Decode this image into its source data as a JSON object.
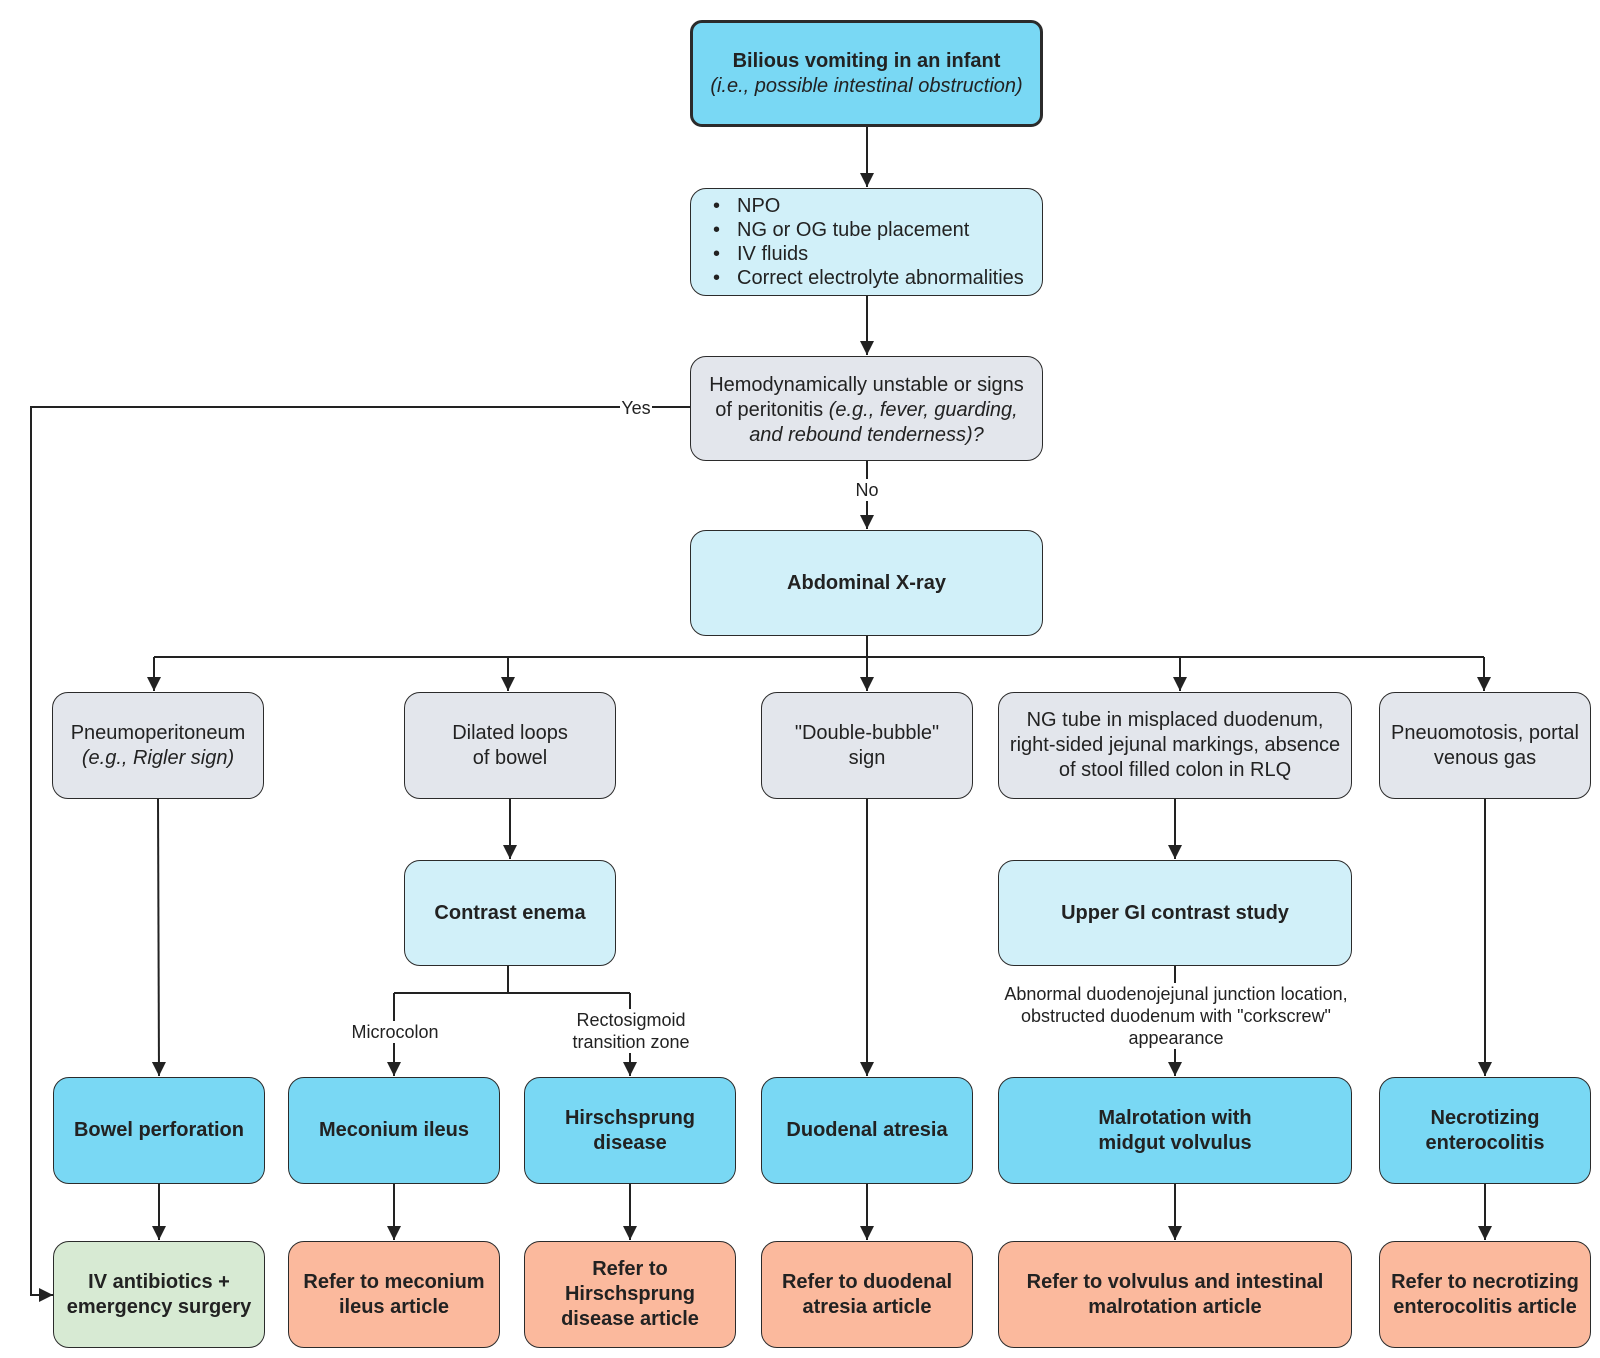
{
  "start": {
    "title": "Bilious vomiting in an infant",
    "subtitle": "(i.e., possible intestinal obstruction)"
  },
  "management": {
    "items": [
      "NPO",
      "NG or OG tube placement",
      "IV fluids",
      "Correct electrolyte abnormalities"
    ]
  },
  "question": {
    "text": "Hemodynamically unstable or signs of peritonitis",
    "italic": " (e.g., fever, guarding, and rebound tenderness)?"
  },
  "labels": {
    "yes": "Yes",
    "no": "No",
    "microcolon": "Microcolon",
    "rectosigmoid": "Rectosigmoid transition zone",
    "upper_gi_finding": "Abnormal duodenojejunal junction location, obstructed duodenum with \"corkscrew\" appearance"
  },
  "xray": {
    "label": "Abdominal X-ray"
  },
  "findings": {
    "pneumoperitoneum": {
      "text": "Pneumoperitoneum",
      "italic": "(e.g., Rigler sign)"
    },
    "dilated": {
      "text": "Dilated loops of bowel"
    },
    "double_bubble": {
      "text": "\"Double-bubble\" sign"
    },
    "ng_tube": {
      "text": "NG tube in misplaced duodenum, right-sided jejunal markings, absence of stool filled colon in RLQ"
    },
    "pneumatosis": {
      "text": "Pneuomotosis, portal venous gas"
    }
  },
  "studies": {
    "contrast_enema": "Contrast enema",
    "upper_gi": "Upper GI contrast study"
  },
  "diagnoses": {
    "bowel_perforation": "Bowel perforation",
    "meconium_ileus": "Meconium ileus",
    "hirschsprung": "Hirschsprung disease",
    "duodenal_atresia": "Duodenal atresia",
    "malrotation": "Malrotation with midgut volvulus",
    "nec": "Necrotizing enterocolitis"
  },
  "actions": {
    "iv_antibiotics": "IV antibiotics + emergency surgery",
    "refer_meconium": "Refer to meconium ileus article",
    "refer_hirschsprung": "Refer to Hirschsprung disease article",
    "refer_duodenal": "Refer to duodenal atresia article",
    "refer_volvulus": "Refer to volvulus and intestinal malrotation article",
    "refer_nec": "Refer to necrotizing enterocolitis article"
  },
  "colors": {
    "start": "#79d8f4",
    "info": "#d1f0f9",
    "question": "#e3e6ec",
    "diagnosis": "#79d8f4",
    "refer": "#fbb99d",
    "treatment": "#d7ead3",
    "line": "#222222"
  }
}
